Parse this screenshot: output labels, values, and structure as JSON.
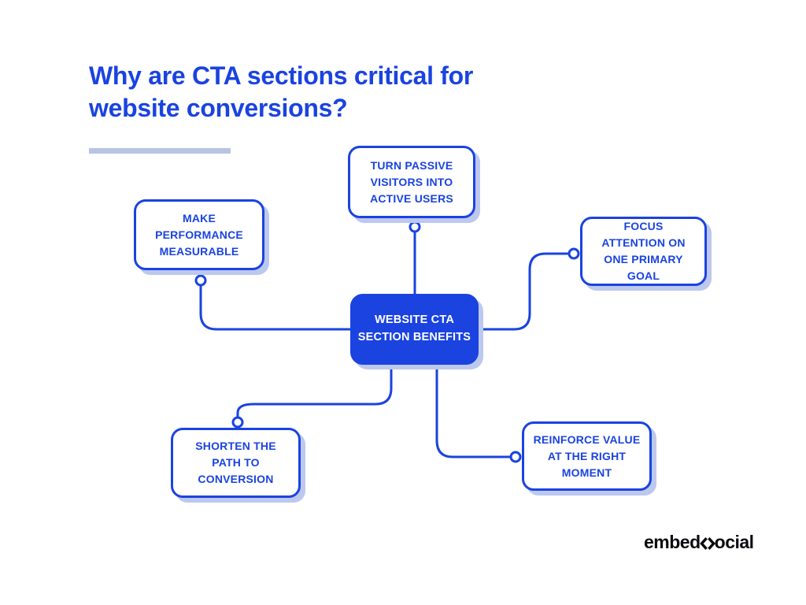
{
  "title": "Why are CTA sections critical for\nwebsite conversions?",
  "diagram": {
    "center_label": "WEBSITE CTA\nSECTION BENEFITS",
    "nodes": {
      "turn_passive": "TURN PASSIVE\nVISITORS INTO\nACTIVE USERS",
      "make_performance": "MAKE\nPERFORMANCE\nMEASURABLE",
      "focus_attention": "FOCUS\nATTENTION ON\nONE PRIMARY\nGOAL",
      "shorten_path": "SHORTEN THE\nPATH TO\nCONVERSION",
      "reinforce_value": "REINFORCE VALUE\nAT THE RIGHT\nMOMENT"
    }
  },
  "brand": {
    "logo_prefix": "embed",
    "logo_suffix": "ocial",
    "logo_icon": "code-diamond-icon"
  },
  "colors": {
    "primary_blue": "#1a43e0",
    "shadow_lavender": "#bcc8ee",
    "underline_gray_blue": "#b7c5e3",
    "logo_black": "#0a0a0f",
    "background": "#ffffff"
  }
}
